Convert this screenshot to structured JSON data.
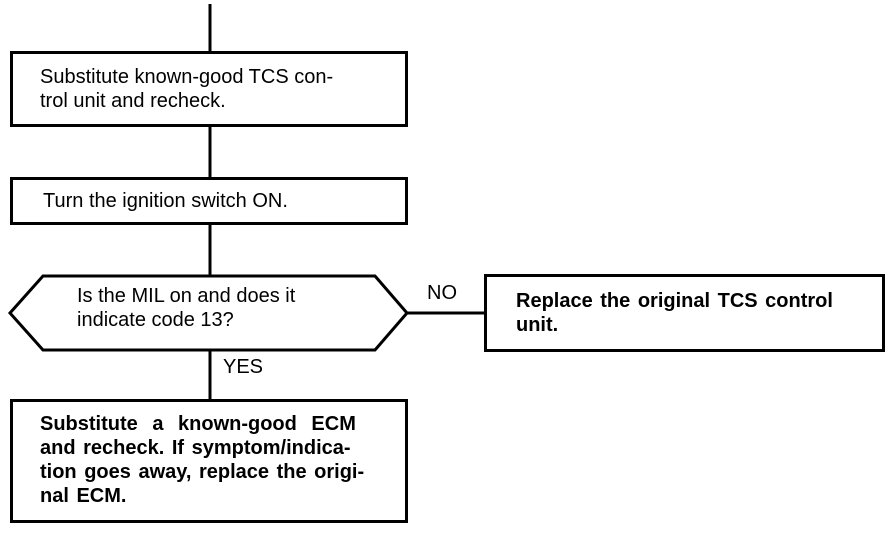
{
  "diagram": {
    "kind": "troubleshooting-flowchart",
    "background": "#ffffff",
    "line_color": "#000000",
    "nodes": {
      "substitute_tcs": {
        "line1": "Substitute known-good TCS con-",
        "line2": "trol unit and recheck."
      },
      "ignition_on": {
        "line1": "Turn the ignition switch ON."
      },
      "mil_code13": {
        "line1": "Is the MIL on and does it",
        "line2": "indicate code 13?"
      },
      "replace_tcs": {
        "line1": "Replace the original TCS control",
        "line2": "unit."
      },
      "substitute_ecm": {
        "line1": "Substitute a known-good ECM",
        "line2": "and recheck. If symptom/indica-",
        "line3": "tion goes away, replace the origi-",
        "line4": "nal ECM."
      }
    },
    "branch_labels": {
      "no": "NO",
      "yes": "YES"
    }
  }
}
